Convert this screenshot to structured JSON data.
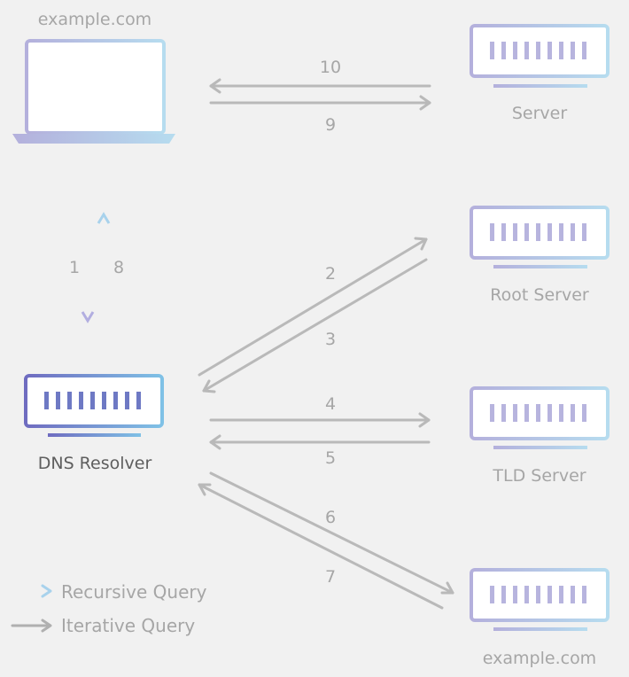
{
  "nodes": {
    "client_label": "example.com",
    "resolver_label": "DNS Resolver",
    "root_label": "Root Server",
    "tld_label": "TLD Server",
    "auth_label": "example.com",
    "server_label": "Server"
  },
  "steps": {
    "s1": "1",
    "s2": "2",
    "s3": "3",
    "s4": "4",
    "s5": "5",
    "s6": "6",
    "s7": "7",
    "s8": "8",
    "s9": "9",
    "s10": "10"
  },
  "legend": {
    "recursive": "Recursive Query",
    "iterative": "Iterative Query"
  },
  "colors": {
    "background": "#f1f1f1",
    "iterative_arrow": "#b9b9b9",
    "recursive_arrow": "#a8cbe6",
    "label_text": "#a6a6a6",
    "resolver_text": "#5e5e5e",
    "device_gradient_start": "#b4b0dc",
    "device_gradient_end": "#b6dcef",
    "resolver_gradient_start": "#6f6cc0",
    "resolver_gradient_end": "#7fc1e6"
  },
  "icons": {
    "client": "laptop-icon",
    "servers": "server-icon"
  }
}
